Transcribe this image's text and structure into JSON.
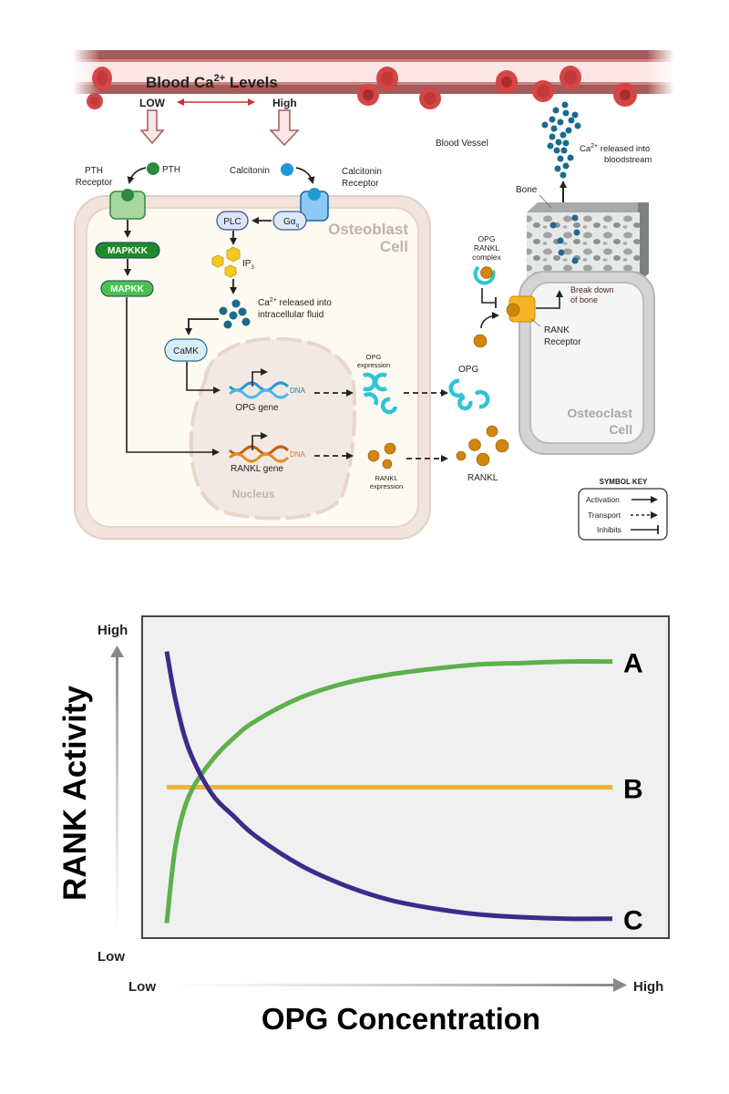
{
  "diagram": {
    "vessel": {
      "title": "Blood Ca",
      "title_sup": "2+",
      "title_suffix": " Levels",
      "low_label": "LOW",
      "high_label": "High",
      "vessel_label": "Blood Vessel",
      "released_prefix": "Ca",
      "released_sup": "2+",
      "released_line1": " released into",
      "released_line2": "bloodstream"
    },
    "pth": {
      "hormone_label": "PTH",
      "receptor_line1": "PTH",
      "receptor_line2": "Receptor"
    },
    "calcitonin": {
      "hormone_label": "Calcitonin",
      "receptor_line1": "Calcitonin",
      "receptor_line2": "Receptor"
    },
    "osteoblast": {
      "label_line1": "Osteoblast",
      "label_line2": "Cell",
      "mapkkk": "MAPKKK",
      "mapkk": "MAPKK",
      "plc": "PLC",
      "gaq": "Gα",
      "gaq_sub": "q",
      "ip3": "IP",
      "ip3_sub": "3",
      "ca_prefix": "Ca",
      "ca_sup": "2+",
      "ca_line1": " released into",
      "ca_line2": "intracellular fluid",
      "camk": "CaMK",
      "nucleus": "Nucleus",
      "opg_gene": "OPG gene",
      "rankl_gene": "RANKL gene",
      "dna": "DNA",
      "opg_expr_line1": "OPG",
      "opg_expr_line2": "expression",
      "rankl_expr_line1": "RANKL",
      "rankl_expr_line2": "expression"
    },
    "extracellular": {
      "opg": "OPG",
      "rankl": "RANKL",
      "complex_line1": "OPG",
      "complex_line2": "RANKL",
      "complex_line3": "complex"
    },
    "osteoclast": {
      "bone_label": "Bone",
      "label_line1": "Osteoclast",
      "label_line2": "Cell",
      "breakdown_line1": "Break down",
      "breakdown_line2": "of bone",
      "rank_line1": "RANK",
      "rank_line2": "Receptor"
    },
    "symbol_key": {
      "title": "SYMBOL KEY",
      "items": [
        "Activation",
        "Transport",
        "Inhibits"
      ]
    },
    "colors": {
      "vessel_wall": "#a65a5a",
      "vessel_inner": "#fbe3e3",
      "rbc": "#d64545",
      "pth_green": "#2e8b3e",
      "mapkkk_green": "#1f8a2a",
      "mapkk_green": "#47c24f",
      "calcitonin_blue": "#1e9ad6",
      "ip3_yellow": "#f4c922",
      "ca_ion": "#1a6a8f",
      "opg_cyan": "#2ec4d6",
      "rankl_orange": "#d1850a",
      "rank_receptor": "#f6b424"
    }
  },
  "chart_data": {
    "type": "line",
    "title": "",
    "xlabel": "OPG Concentration",
    "ylabel": "RANK Activity",
    "x_tick_labels": [
      "Low",
      "High"
    ],
    "y_tick_labels": [
      "Low",
      "High"
    ],
    "xlim": [
      0,
      1
    ],
    "ylim": [
      0,
      1
    ],
    "grid": false,
    "legend": "inline-right",
    "series": [
      {
        "name": "A",
        "color": "#5cb14a",
        "x": [
          0.0,
          0.02,
          0.05,
          0.1,
          0.15,
          0.2,
          0.3,
          0.4,
          0.5,
          0.6,
          0.7,
          0.8,
          0.9,
          1.0
        ],
        "y": [
          0.03,
          0.3,
          0.47,
          0.59,
          0.67,
          0.73,
          0.81,
          0.86,
          0.89,
          0.91,
          0.925,
          0.93,
          0.935,
          0.935
        ]
      },
      {
        "name": "B",
        "color": "#f2b13b",
        "x": [
          0.0,
          1.0
        ],
        "y": [
          0.5,
          0.5
        ]
      },
      {
        "name": "C",
        "color": "#3e2a8a",
        "x": [
          0.0,
          0.02,
          0.05,
          0.1,
          0.15,
          0.2,
          0.3,
          0.4,
          0.5,
          0.6,
          0.7,
          0.8,
          0.9,
          1.0
        ],
        "y": [
          0.97,
          0.8,
          0.63,
          0.48,
          0.4,
          0.33,
          0.23,
          0.16,
          0.11,
          0.08,
          0.06,
          0.05,
          0.045,
          0.045
        ]
      }
    ]
  }
}
